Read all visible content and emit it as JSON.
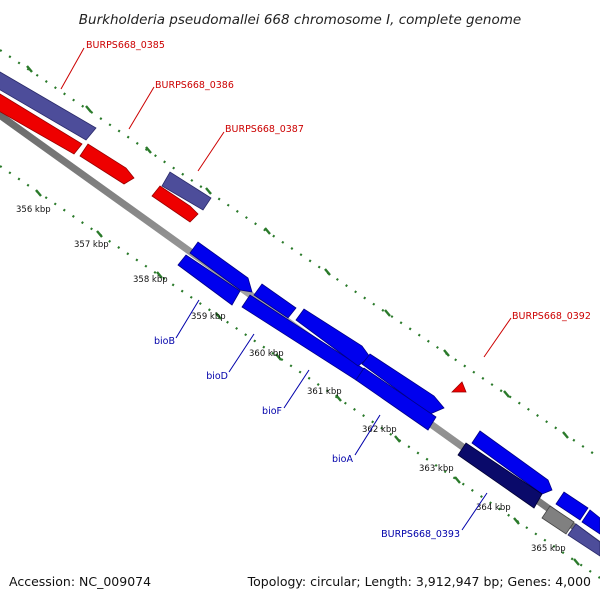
{
  "title": "Burkholderia pseudomallei 668 chromosome I, complete genome",
  "footer": {
    "accession": "Accession: NC_009074",
    "summary": "Topology: circular; Length: 3,912,947 bp; Genes: 4,000"
  },
  "colors": {
    "backbone": "#8c8c8c",
    "tick": "#2a7a2a",
    "forward_gene": "#0000ee",
    "reverse_gene": "#ee0000",
    "slate_gene": "#4d4d9a",
    "dark_gene": "#0a0a6a",
    "gray_gene": "#808080",
    "label_red": "#cc0000",
    "label_blue": "#0000aa"
  },
  "scale_labels": [
    "356 kbp",
    "357 kbp",
    "358 kbp",
    "359 kbp",
    "360 kbp",
    "361 kbp",
    "362 kbp",
    "363 kbp",
    "364 kbp",
    "365 kbp"
  ],
  "gene_labels": [
    {
      "text": "BURPS668_0385",
      "color": "#cc0000"
    },
    {
      "text": "BURPS668_0386",
      "color": "#cc0000"
    },
    {
      "text": "BURPS668_0387",
      "color": "#cc0000"
    },
    {
      "text": "BURPS668_0392",
      "color": "#cc0000"
    },
    {
      "text": "bioB",
      "color": "#0000aa"
    },
    {
      "text": "bioD",
      "color": "#0000aa"
    },
    {
      "text": "bioF",
      "color": "#0000aa"
    },
    {
      "text": "bioA",
      "color": "#0000aa"
    },
    {
      "text": "BURPS668_0393",
      "color": "#0000aa"
    }
  ]
}
